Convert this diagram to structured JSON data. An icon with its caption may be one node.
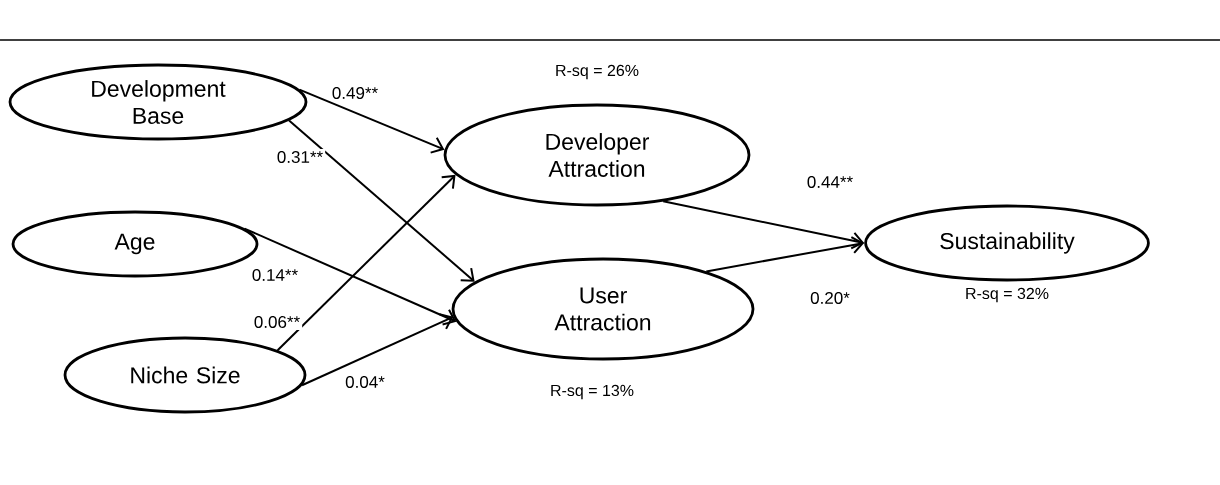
{
  "diagram": {
    "nodes": [
      {
        "text": [
          "Development Base"
        ]
      },
      {
        "text": [
          "Age"
        ]
      },
      {
        "text": [
          "Niche Size"
        ]
      },
      {
        "text": [
          "Developer Attraction"
        ],
        "beside": [
          "R-sq = 26%"
        ]
      },
      {
        "text": [
          "User Attraction"
        ],
        "beside": [
          "R-sq = 13%"
        ]
      },
      {
        "text": [
          "Sustainability"
        ],
        "beside": [
          "R-sq = 32%"
        ]
      }
    ],
    "edges": [
      {
        "from": 0,
        "to": 3,
        "arrow": "to",
        "label": "0.49**"
      },
      {
        "from": 0,
        "to": 4,
        "arrow": "to",
        "label": "0.31**"
      },
      {
        "from": 1,
        "to": 4,
        "arrow": "to",
        "label": "0.14**"
      },
      {
        "from": 2,
        "to": 3,
        "arrow": "to",
        "label": "0.06**"
      },
      {
        "from": 2,
        "to": 4,
        "arrow": "to",
        "label": "0.04*"
      },
      {
        "from": 3,
        "to": 5,
        "arrow": "to",
        "label": "0.44**"
      },
      {
        "from": 4,
        "to": 5,
        "arrow": "to",
        "label": "0.20*"
      }
    ]
  }
}
